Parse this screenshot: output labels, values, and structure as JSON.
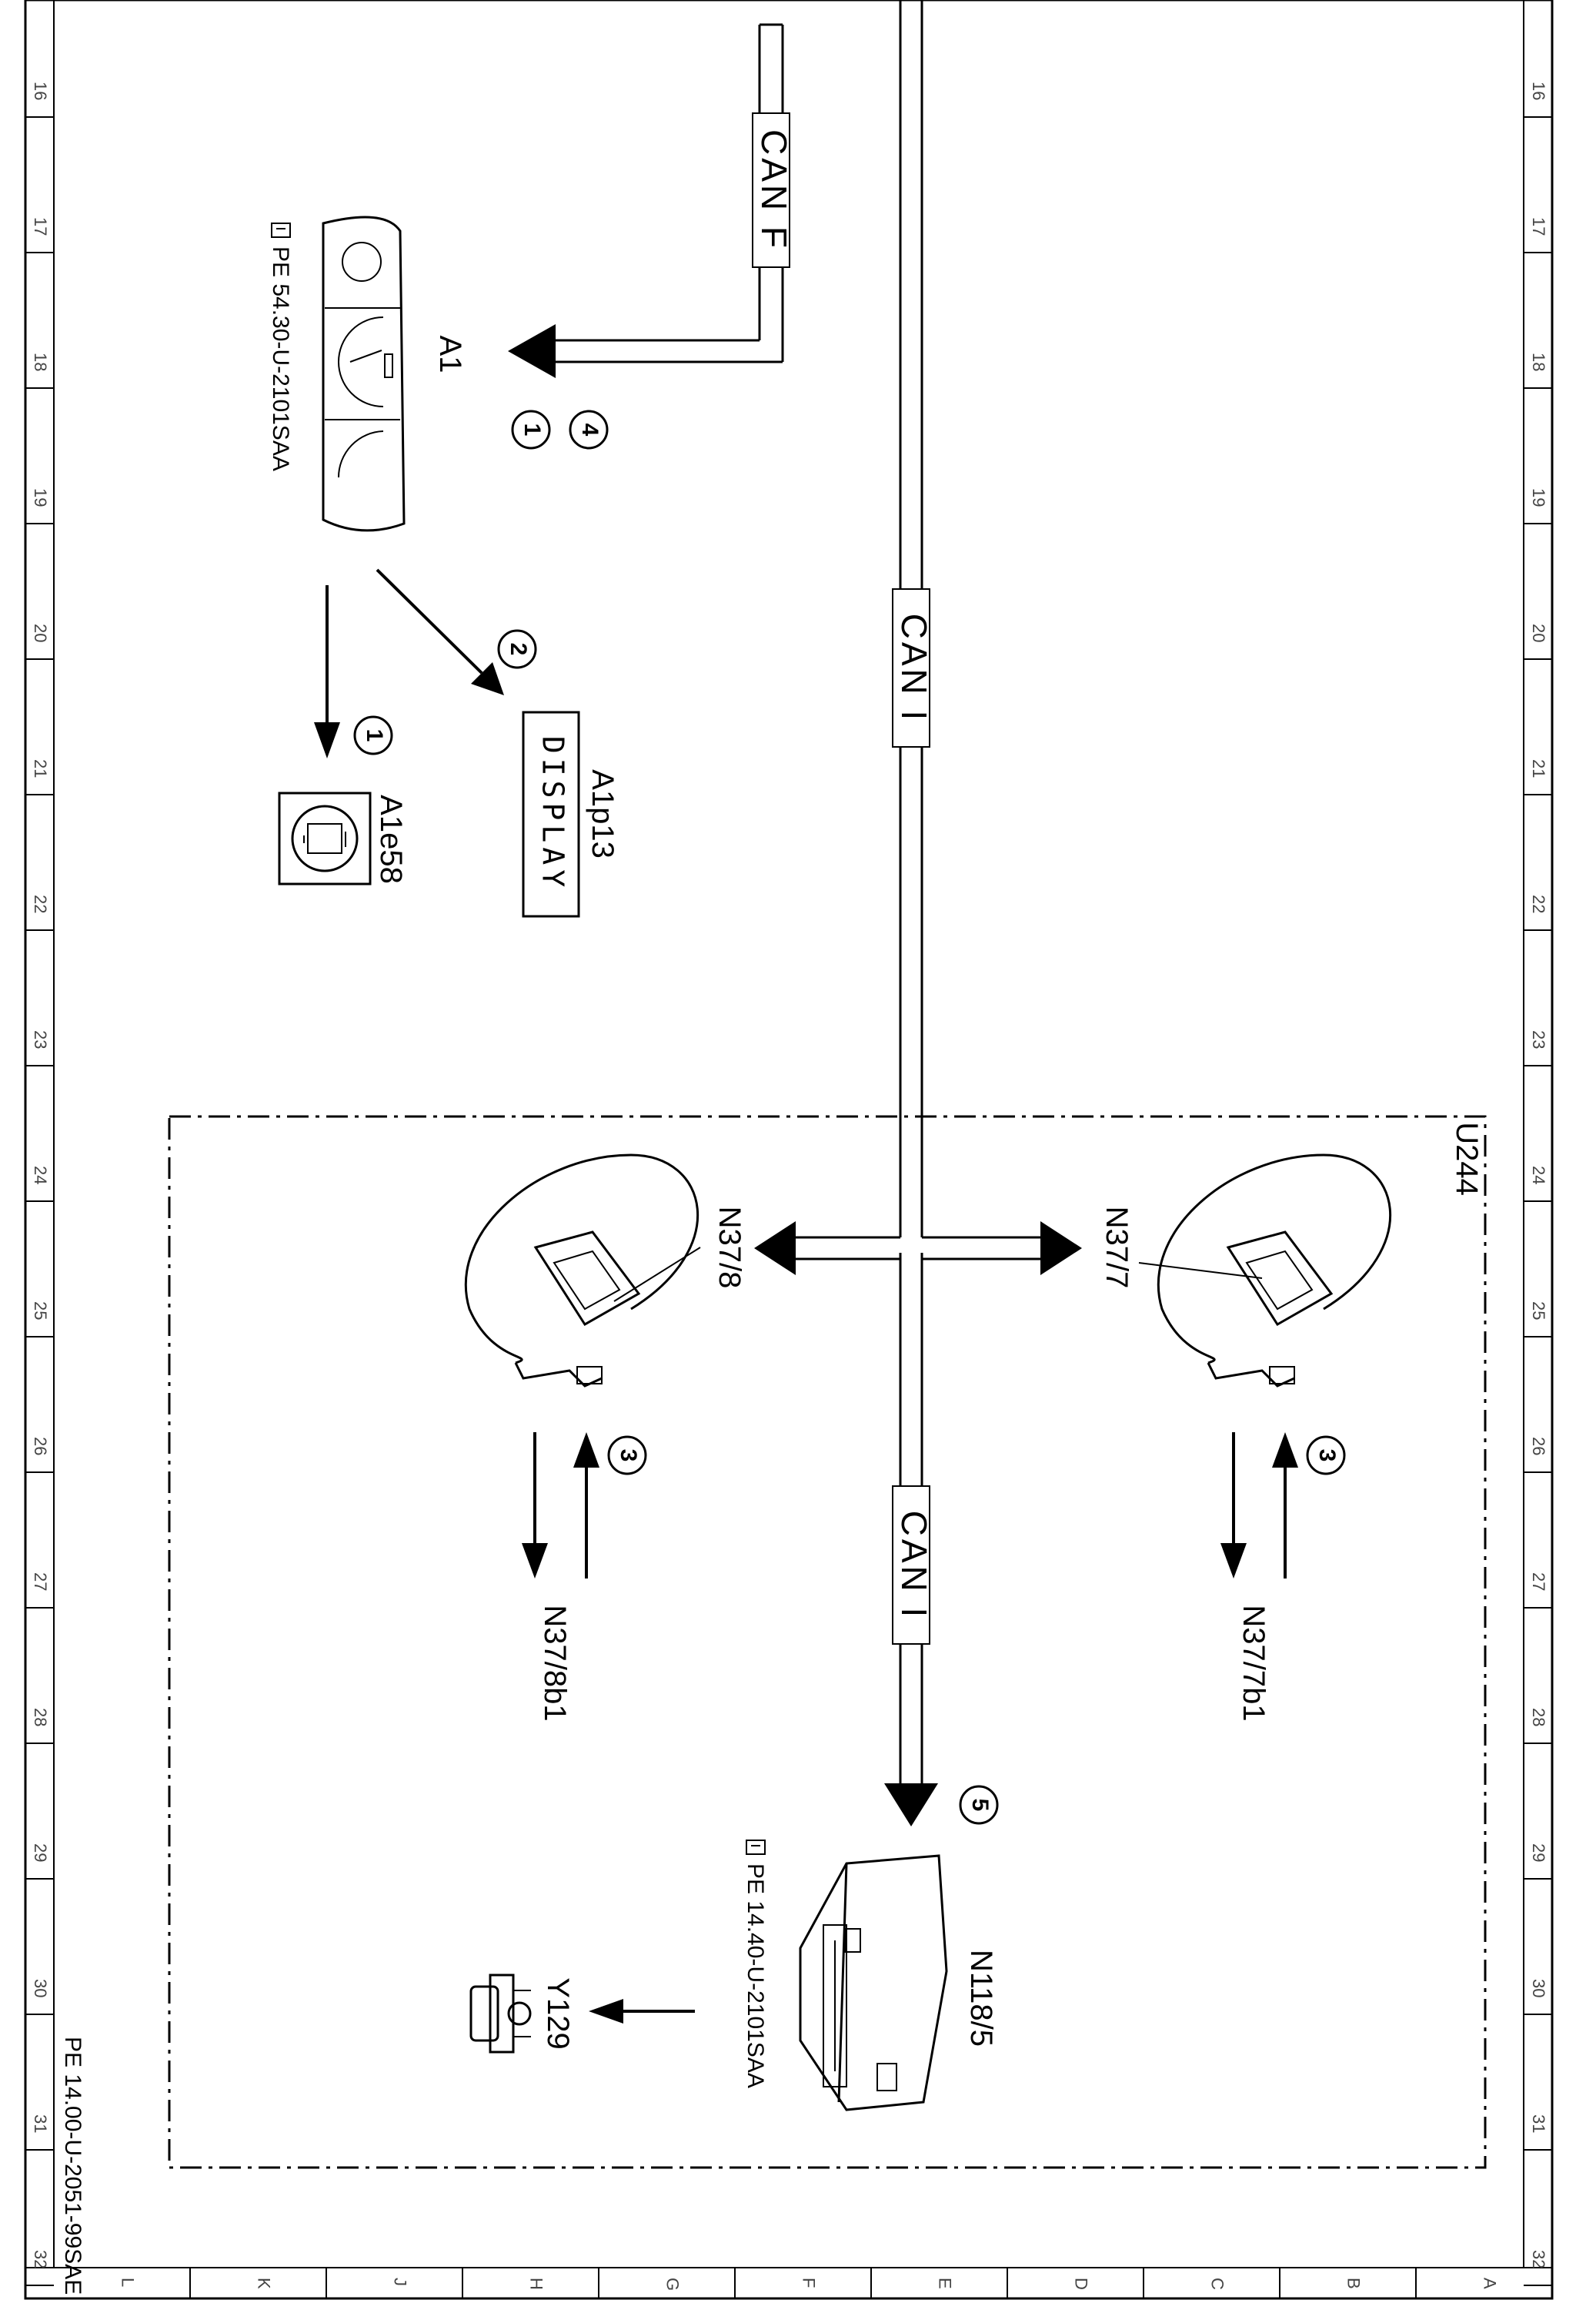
{
  "grid": {
    "rows": [
      "16",
      "17",
      "18",
      "19",
      "20",
      "21",
      "22",
      "23",
      "24",
      "25",
      "26",
      "27",
      "28",
      "29",
      "30",
      "31",
      "32"
    ],
    "columns": [
      "L",
      "K",
      "J",
      "H",
      "G",
      "F",
      "E",
      "D",
      "C",
      "B",
      "A"
    ]
  },
  "bus_labels": {
    "can_f": "CAN F",
    "can_i_upper": "CAN I",
    "can_i_lower": "CAN I"
  },
  "components": {
    "a1": "A1",
    "a1_ref": "PE 54.30-U-2101SAA",
    "a1p13": "A1p13",
    "a1p13_display": "DISPLAY",
    "a1e58": "A1e58",
    "u244": "U244",
    "n37_8": "N37/8",
    "n37_7": "N37/7",
    "n37_8b1": "N37/8b1",
    "n37_7b1": "N37/7b1",
    "n118_5": "N118/5",
    "n118_5_ref": "PE 14.40-U-2101SAA",
    "y129": "Y129"
  },
  "callouts": {
    "a1_top": "4",
    "a1_bottom": "1",
    "a1e58": "1",
    "a1p13": "2",
    "n37_8": "3",
    "n37_7": "3",
    "n118_5": "5"
  },
  "footer_ref": "PE 14.00-U-2051-99SAE"
}
